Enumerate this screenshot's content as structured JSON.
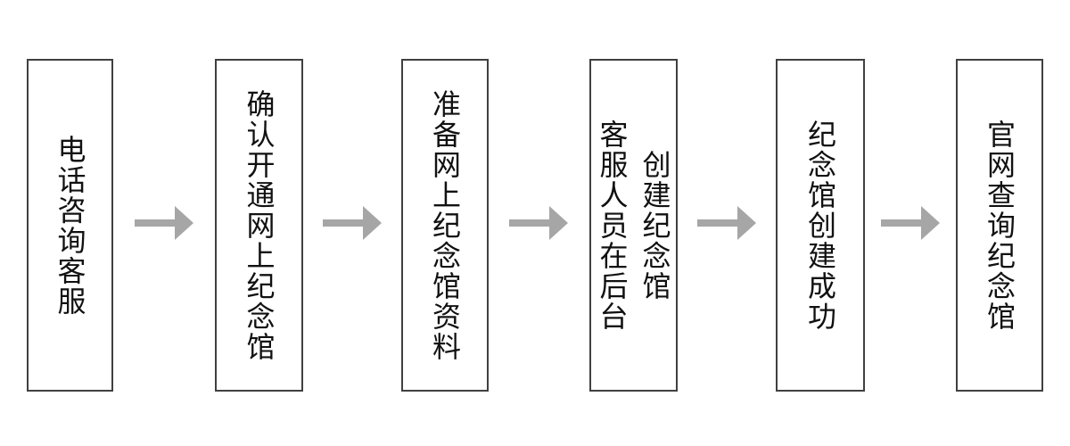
{
  "flowchart": {
    "title": "memorial-hall-creation-process",
    "background_color": "#ffffff",
    "box_border_color": "#404040",
    "text_color": "#111111",
    "arrow_color": "#a6a6a6",
    "steps": [
      {
        "label": "电话咨询客服"
      },
      {
        "label": "确认开通网上纪念馆"
      },
      {
        "label": "准备网上纪念馆资料"
      },
      {
        "label": "客服人员在后台\n创建纪念馆"
      },
      {
        "label": "纪念馆创建成功"
      },
      {
        "label": "官网查询纪念馆"
      }
    ]
  }
}
